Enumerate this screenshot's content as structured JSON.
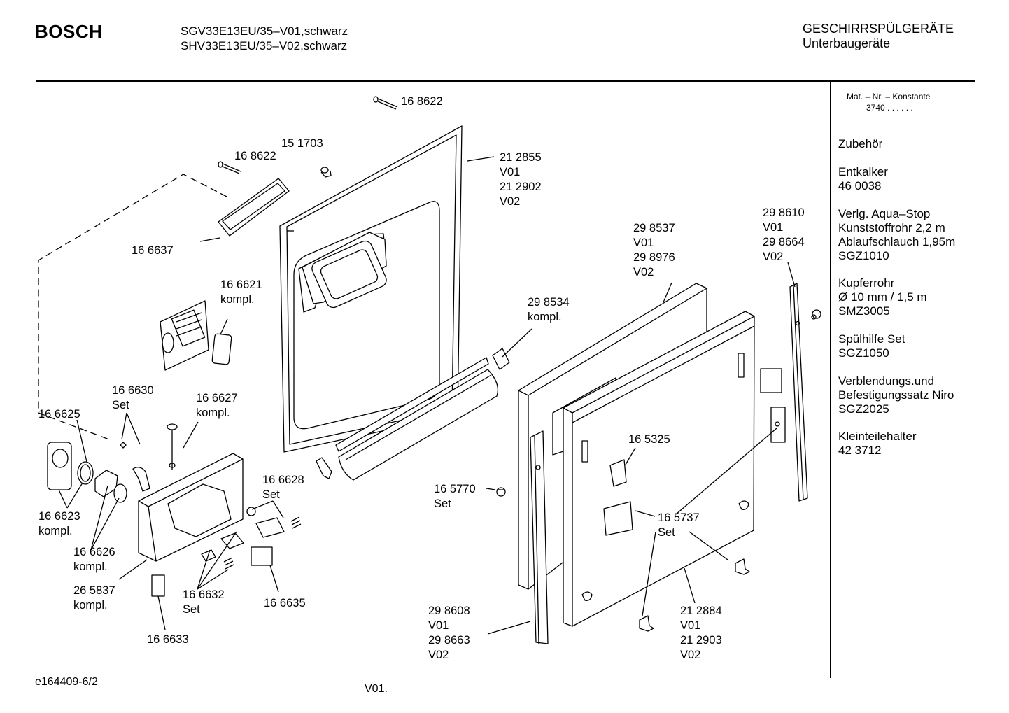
{
  "header": {
    "brand": "BOSCH",
    "models": [
      "SGV33E13EU/35–V01,schwarz",
      "SHV33E13EU/35–V02,schwarz"
    ],
    "category": [
      "GESCHIRRSPÜLGERÄTE",
      "Unterbaugeräte"
    ]
  },
  "sidebar": {
    "mat_line1": "Mat. – Nr. – Konstante",
    "mat_line2": "3740  .  .   .  .  .  .",
    "accessories_heading": "Zubehör",
    "items": [
      {
        "lines": [
          "Entkalker",
          "46 0038"
        ]
      },
      {
        "lines": [
          "Verlg. Aqua–Stop",
          "Kunststoffrohr 2,2 m",
          "Ablaufschlauch 1,95m",
          "SGZ1010"
        ]
      },
      {
        "lines": [
          "Kupferrohr",
          "Ø 10 mm / 1,5 m",
          "SMZ3005"
        ]
      },
      {
        "lines": [
          "Spülhilfe Set",
          "SGZ1050"
        ]
      },
      {
        "lines": [
          "Verblendungs.und",
          "Befestigungssatz Niro",
          "SGZ2025"
        ]
      },
      {
        "lines": [
          "Kleinteilehalter",
          "42 3712"
        ]
      }
    ]
  },
  "parts": [
    {
      "lines": [
        "16 8622"
      ]
    },
    {
      "lines": [
        "15 1703"
      ]
    },
    {
      "lines": [
        "16 8622"
      ]
    },
    {
      "lines": [
        "21 2855",
        "V01",
        "21 2902",
        "V02"
      ]
    },
    {
      "lines": [
        "16 6637"
      ]
    },
    {
      "lines": [
        "16 6621",
        "kompl."
      ]
    },
    {
      "lines": [
        "29 8537",
        "V01",
        "29 8976",
        "V02"
      ]
    },
    {
      "lines": [
        "29 8610",
        "V01",
        "29 8664",
        "V02"
      ]
    },
    {
      "lines": [
        "29 8534",
        "kompl."
      ]
    },
    {
      "lines": [
        "16 6630",
        "Set"
      ]
    },
    {
      "lines": [
        "16 6627",
        "kompl."
      ]
    },
    {
      "lines": [
        "16 6625"
      ]
    },
    {
      "lines": [
        "16 5325"
      ]
    },
    {
      "lines": [
        "16 6628",
        "Set"
      ]
    },
    {
      "lines": [
        "16 5770"
      ]
    },
    {
      "lines": [
        "Set"
      ]
    },
    {
      "lines": [
        "16 6623",
        "kompl."
      ]
    },
    {
      "lines": [
        "16 5737",
        "Set"
      ]
    },
    {
      "lines": [
        "16 6626",
        "kompl."
      ]
    },
    {
      "lines": [
        "26 5837",
        "kompl."
      ]
    },
    {
      "lines": [
        "16 6632",
        "Set"
      ]
    },
    {
      "lines": [
        "16 6635"
      ]
    },
    {
      "lines": [
        "29 8608",
        "V01",
        "29 8663",
        "V02"
      ]
    },
    {
      "lines": [
        "21 2884",
        "V01",
        "21 2903",
        "V02"
      ]
    },
    {
      "lines": [
        "16 6633"
      ]
    }
  ],
  "footer": {
    "doc_id": "e164409-6/2",
    "version": "V01."
  }
}
